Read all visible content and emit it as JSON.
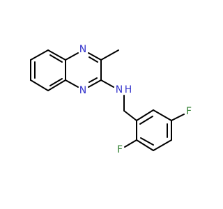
{
  "molecule": {
    "atoms": {
      "n1": {
        "symbol": "N",
        "color": "#3333cc"
      },
      "n2": {
        "symbol": "N",
        "color": "#3333cc"
      },
      "amine": {
        "symbol": "N",
        "hydrogen": "H",
        "color": "#3333cc"
      },
      "f1": {
        "symbol": "F",
        "color": "#2f7f2f"
      },
      "f2": {
        "symbol": "F",
        "color": "#2f7f2f"
      }
    }
  }
}
